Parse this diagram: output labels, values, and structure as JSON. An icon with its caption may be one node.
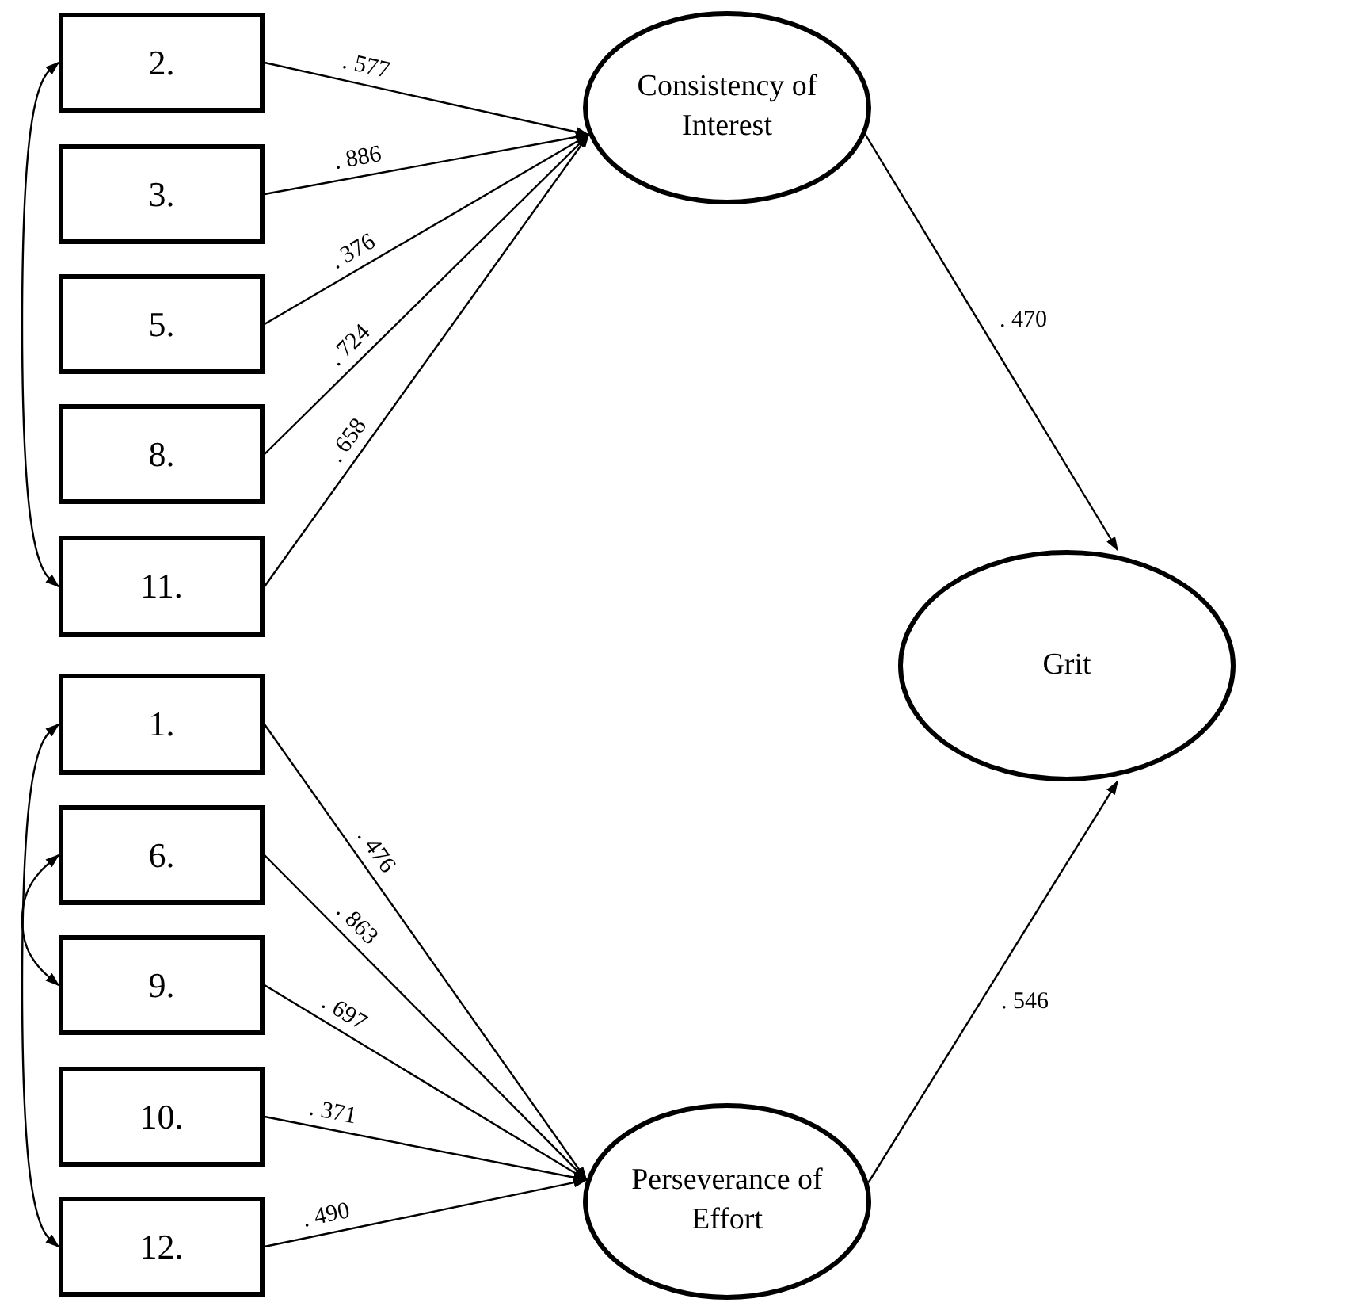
{
  "diagram": {
    "nodes": [
      {
        "text": [
          "2."
        ]
      },
      {
        "text": [
          "3."
        ]
      },
      {
        "text": [
          "5."
        ]
      },
      {
        "text": [
          "8."
        ]
      },
      {
        "text": [
          "11."
        ]
      },
      {
        "text": [
          "Consistency of Interest"
        ]
      },
      {
        "text": [
          "Grit"
        ]
      },
      {
        "text": [
          "1."
        ]
      },
      {
        "text": [
          "6."
        ]
      },
      {
        "text": [
          "9."
        ]
      },
      {
        "text": [
          "10."
        ]
      },
      {
        "text": [
          "12."
        ]
      },
      {
        "text": [
          "Perseverance of Effort"
        ]
      }
    ],
    "edges": [
      {
        "from": 0,
        "to": 5,
        "arrow": "to",
        "label": ". 577"
      },
      {
        "from": 1,
        "to": 5,
        "arrow": "to",
        "label": ". 886"
      },
      {
        "from": 2,
        "to": 5,
        "arrow": "to",
        "label": ". 376"
      },
      {
        "from": 3,
        "to": 5,
        "arrow": "to",
        "label": ". 724"
      },
      {
        "from": 4,
        "to": 5,
        "arrow": "to",
        "label": ". 658"
      },
      {
        "from": 5,
        "to": 6,
        "arrow": "to",
        "label": ". 470"
      },
      {
        "from": 7,
        "to": 12,
        "arrow": "to",
        "label": ". 476"
      },
      {
        "from": 8,
        "to": 12,
        "arrow": "to",
        "label": ". 863"
      },
      {
        "from": 9,
        "to": 12,
        "arrow": "to",
        "label": ". 697"
      },
      {
        "from": 10,
        "to": 12,
        "arrow": "to",
        "label": ". 371"
      },
      {
        "from": 11,
        "to": 12,
        "arrow": "to",
        "label": ". 490"
      },
      {
        "from": 12,
        "to": 6,
        "arrow": "to",
        "label": ". 546"
      },
      {
        "from": 0,
        "to": 4,
        "arrow": "both"
      },
      {
        "from": 7,
        "to": 11,
        "arrow": "both"
      },
      {
        "from": 8,
        "to": 9,
        "arrow": "both"
      }
    ]
  }
}
